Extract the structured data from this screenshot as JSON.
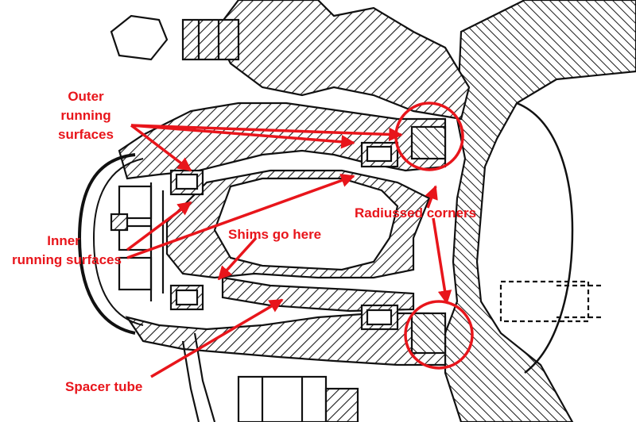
{
  "colors": {
    "ink": "#111111",
    "paper": "#ffffff",
    "hatch": "#1a1a1a",
    "annotation": "#e8151b"
  },
  "labels": {
    "outer": [
      "Outer",
      "running",
      "surfaces"
    ],
    "inner": [
      "Inner",
      "running surfaces"
    ],
    "shims": "Shims go here",
    "radiussed": "Radiussed corners",
    "spacer": "Spacer tube"
  }
}
